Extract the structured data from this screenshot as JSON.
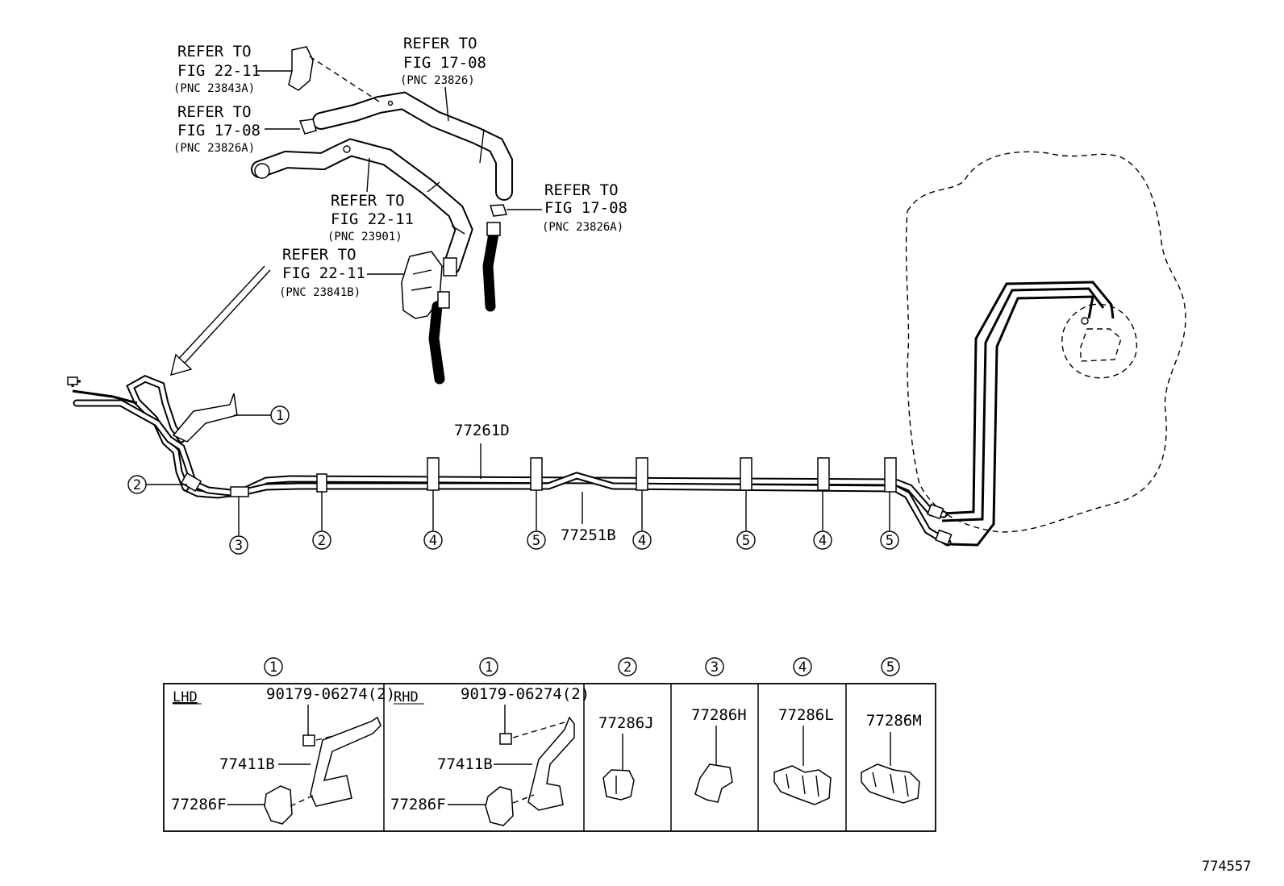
{
  "figure_id": "774557",
  "refs": {
    "r1": {
      "line1": "REFER TO",
      "line2": "FIG 22-11",
      "pnc": "(PNC 23843A)"
    },
    "r2": {
      "line1": "REFER TO",
      "line2": "FIG 17-08",
      "pnc": "(PNC 23826)"
    },
    "r3": {
      "line1": "REFER TO",
      "line2": "FIG 17-08",
      "pnc": "(PNC 23826A)"
    },
    "r4": {
      "line1": "REFER TO",
      "line2": "FIG 22-11",
      "pnc": "(PNC 23901)"
    },
    "r5": {
      "line1": "REFER TO",
      "line2": "FIG 17-08",
      "pnc": "(PNC 23826A)"
    },
    "r6": {
      "line1": "REFER TO",
      "line2": "FIG 22-11",
      "pnc": "(PNC 23841B)"
    }
  },
  "main_parts": {
    "upper_tube": "77261D",
    "lower_tube": "77251B"
  },
  "callouts": {
    "c1": "1",
    "c2": "2",
    "c3": "3",
    "c4": "4",
    "c5": "5"
  },
  "table": {
    "cells": [
      {
        "num": "1",
        "mode": "LHD",
        "bolt": "90179-06274(2)",
        "bracket": "77411B",
        "clamp": "77286F"
      },
      {
        "num": "1",
        "mode": "RHD",
        "bolt": "90179-06274(2)",
        "bracket": "77411B",
        "clamp": "77286F"
      },
      {
        "num": "2",
        "part": "77286J"
      },
      {
        "num": "3",
        "part": "77286H"
      },
      {
        "num": "4",
        "part": "77286L"
      },
      {
        "num": "5",
        "part": "77286M"
      }
    ]
  }
}
